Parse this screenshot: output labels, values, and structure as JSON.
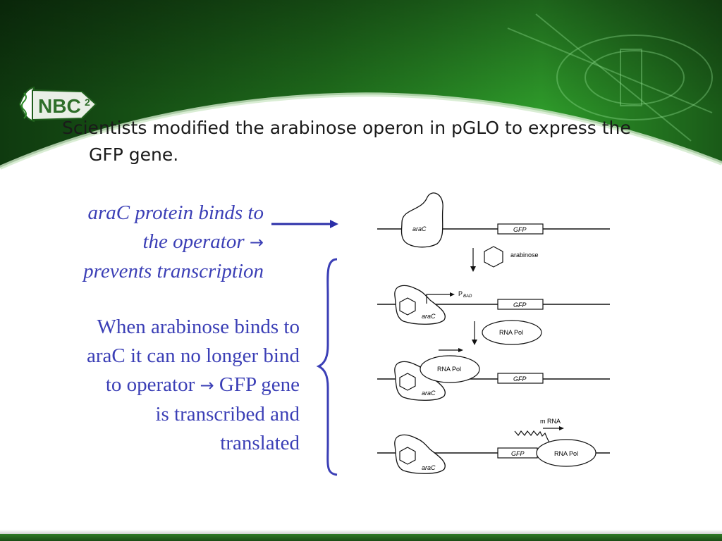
{
  "heading": {
    "line1": "Scientists modified the arabinose operon in pGLO to express the",
    "line2": "GFP gene."
  },
  "logo": {
    "text": "NBC",
    "superscript": "2"
  },
  "notes": {
    "arac_line1": "araC protein binds to",
    "arac_line2": "the operator",
    "arac_line3": "prevents transcription",
    "arab_line1": "When arabinose binds to",
    "arab_line2": "araC it can no longer bind",
    "arab_line3a": "to operator",
    "arab_line3b": "GFP gene",
    "arab_line4": "is transcribed and",
    "arab_line5": "translated",
    "arrow_glyph": "→"
  },
  "diagram": {
    "arac_label": "araC",
    "gfp_label": "GFP",
    "arabinose_label": "arabinose",
    "promoter_label": "P",
    "promoter_sub": "BAD",
    "rnapol_label": "RNA Pol",
    "mrna_label": "m RNA"
  },
  "colors": {
    "note_text": "#3b3fb6",
    "banner_green": "#2e8b2a",
    "arrow_blue": "#2b2fa8"
  }
}
